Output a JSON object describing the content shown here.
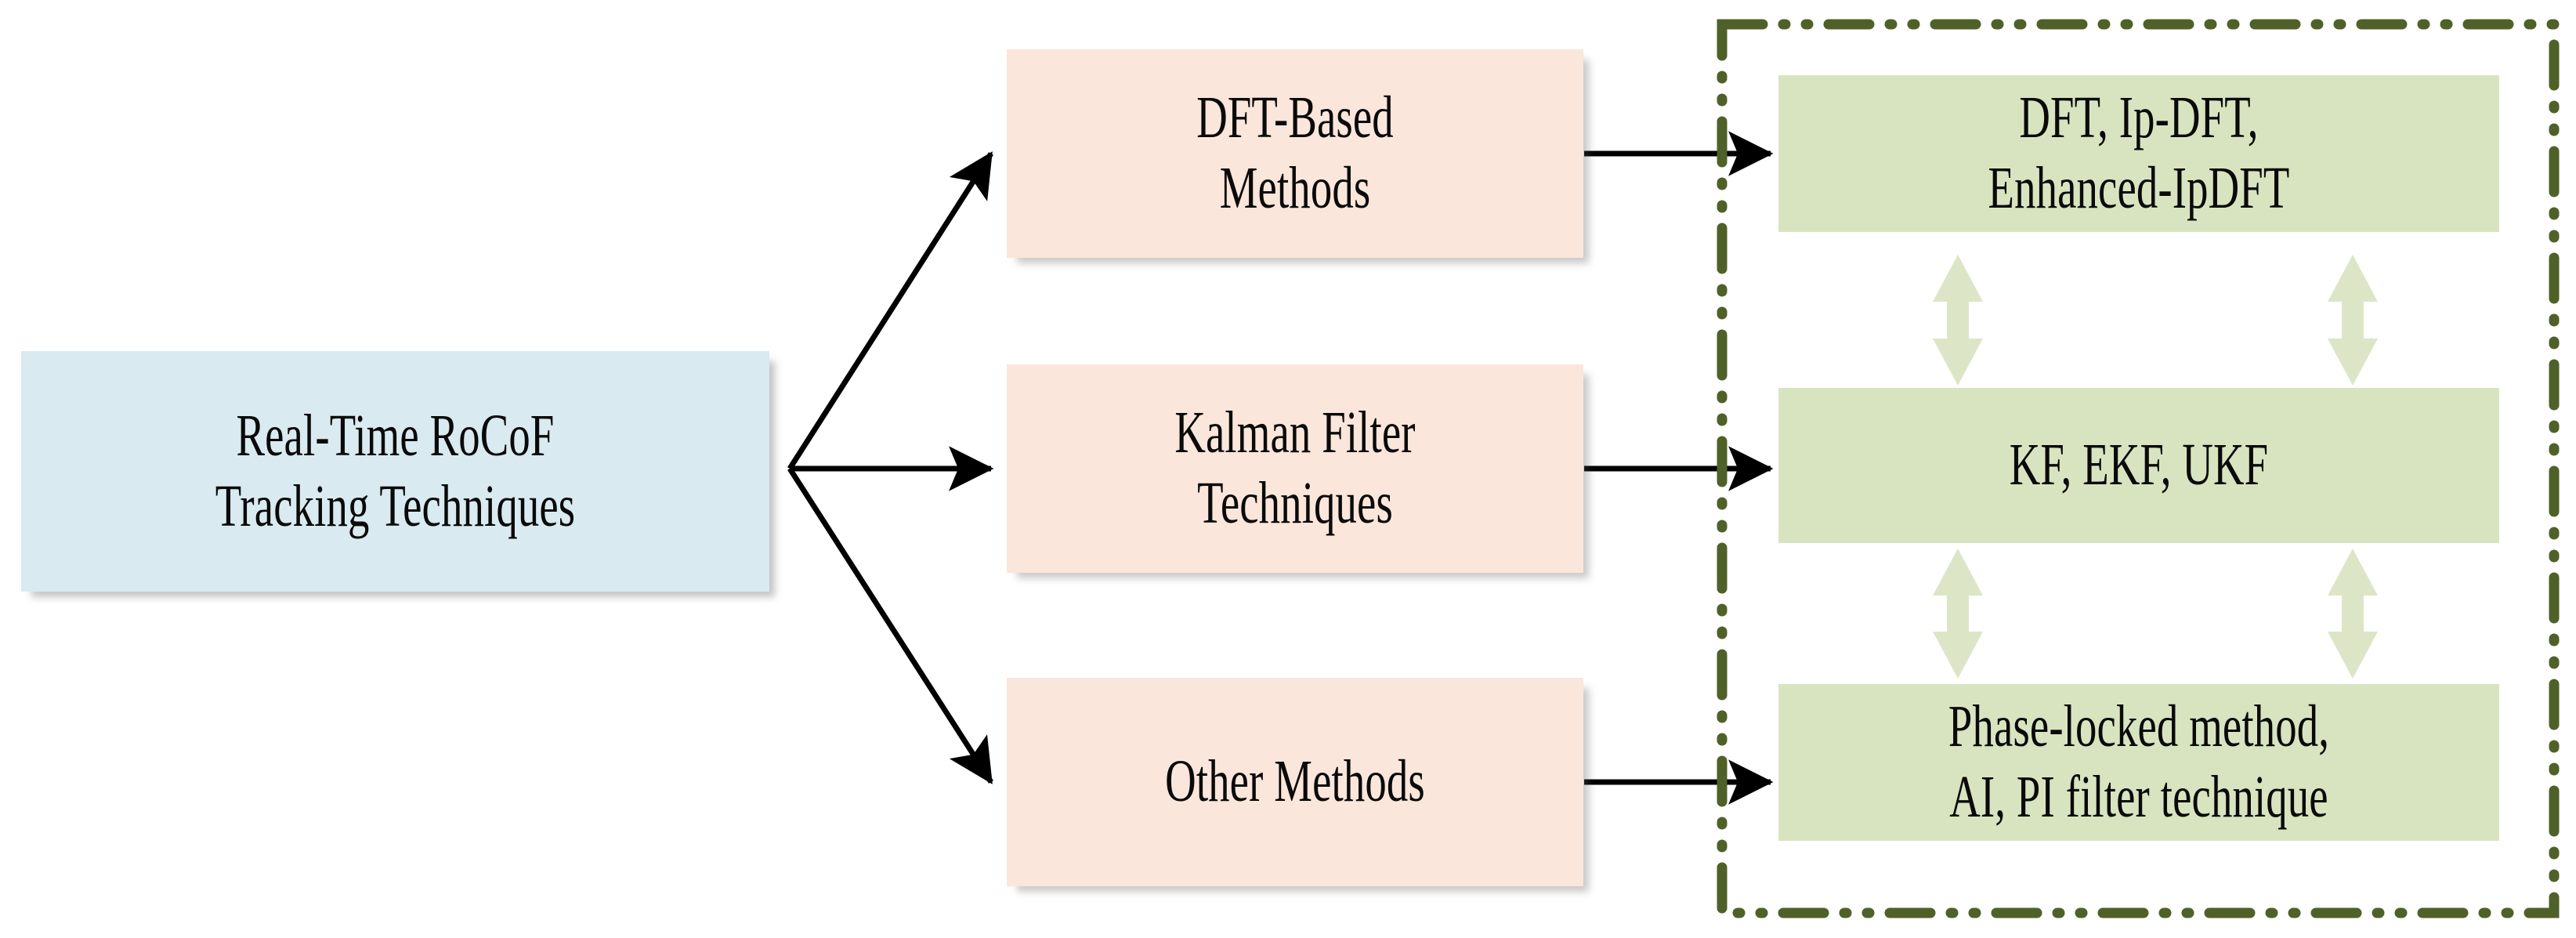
{
  "diagram": {
    "type": "taxonomy-flowchart",
    "title_node": {
      "id": "root",
      "label": "Real-Time RoCoF\nTracking Techniques",
      "fill": "#d9eaf0"
    },
    "category_nodes": [
      {
        "id": "dft-based-methods",
        "label": "DFT-Based\nMethods",
        "fill": "#fae6da"
      },
      {
        "id": "kalman-filter-techniques",
        "label": "Kalman Filter\nTechniques",
        "fill": "#fae6da"
      },
      {
        "id": "other-methods",
        "label": "Other Methods",
        "fill": "#fae6da"
      }
    ],
    "technique_nodes": [
      {
        "id": "dft-techniques",
        "label": "DFT, Ip-DFT,\nEnhanced-IpDFT",
        "fill": "#d8e4c0"
      },
      {
        "id": "kalman-techniques",
        "label": "KF, EKF, UKF",
        "fill": "#d8e4c0"
      },
      {
        "id": "other-techniques",
        "label": "Phase-locked method,\nAI, PI filter technique",
        "fill": "#d8e4c0"
      }
    ],
    "group_frame": {
      "id": "techniques-group-frame",
      "border_color": "#4f6128",
      "border_style": "dash-dot-dot"
    },
    "connectors": {
      "branch_arrow_color": "#000000",
      "link_arrow_color": "#000000",
      "bidirectional_arrow_color": "#dce6c6",
      "bidirectional_count": 4
    }
  },
  "icons": {
    "arrow_right": "arrow-right-icon",
    "arrow_up_down": "arrow-up-down-icon",
    "branch": "branch-fan-icon"
  }
}
